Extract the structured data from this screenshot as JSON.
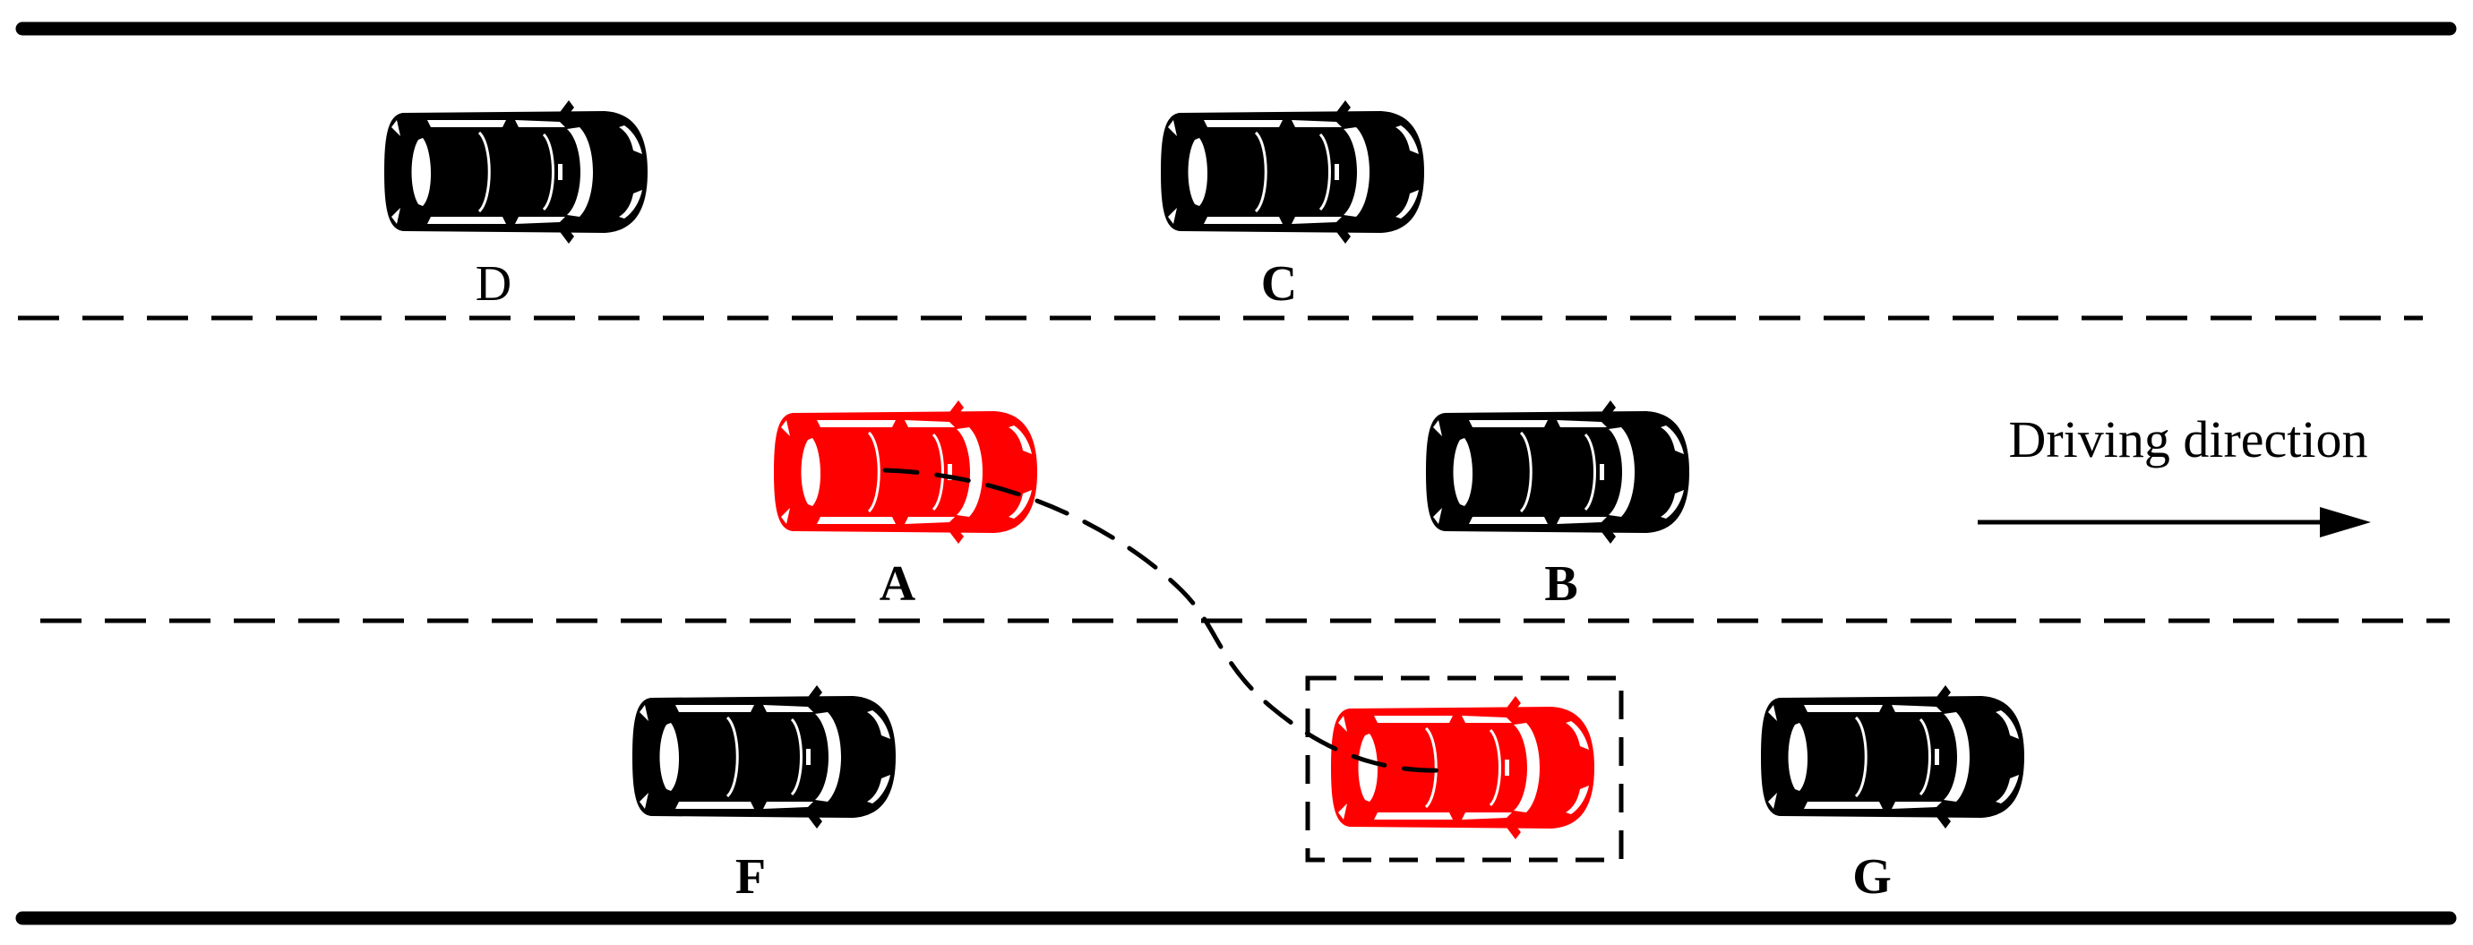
{
  "diagram": {
    "direction_label": "Driving direction",
    "colors": {
      "background": "#ffffff",
      "line": "#000000",
      "ego_car": "#ff0000",
      "other_car": "#000000",
      "car_window": "#ffffff"
    },
    "cars": [
      {
        "id": "D",
        "label": "D",
        "role": "surrounding",
        "lane": "top",
        "label_bold": false
      },
      {
        "id": "C",
        "label": "C",
        "role": "surrounding",
        "lane": "top",
        "label_bold": true
      },
      {
        "id": "A",
        "label": "A",
        "role": "ego-start",
        "lane": "middle",
        "label_bold": true
      },
      {
        "id": "B",
        "label": "B",
        "role": "surrounding",
        "lane": "middle",
        "label_bold": true
      },
      {
        "id": "F",
        "label": "F",
        "role": "surrounding",
        "lane": "bottom",
        "label_bold": true
      },
      {
        "id": "A-target",
        "label": "",
        "role": "ego-target",
        "lane": "bottom",
        "label_bold": false
      },
      {
        "id": "G",
        "label": "G",
        "role": "surrounding",
        "lane": "bottom",
        "label_bold": true
      }
    ]
  }
}
